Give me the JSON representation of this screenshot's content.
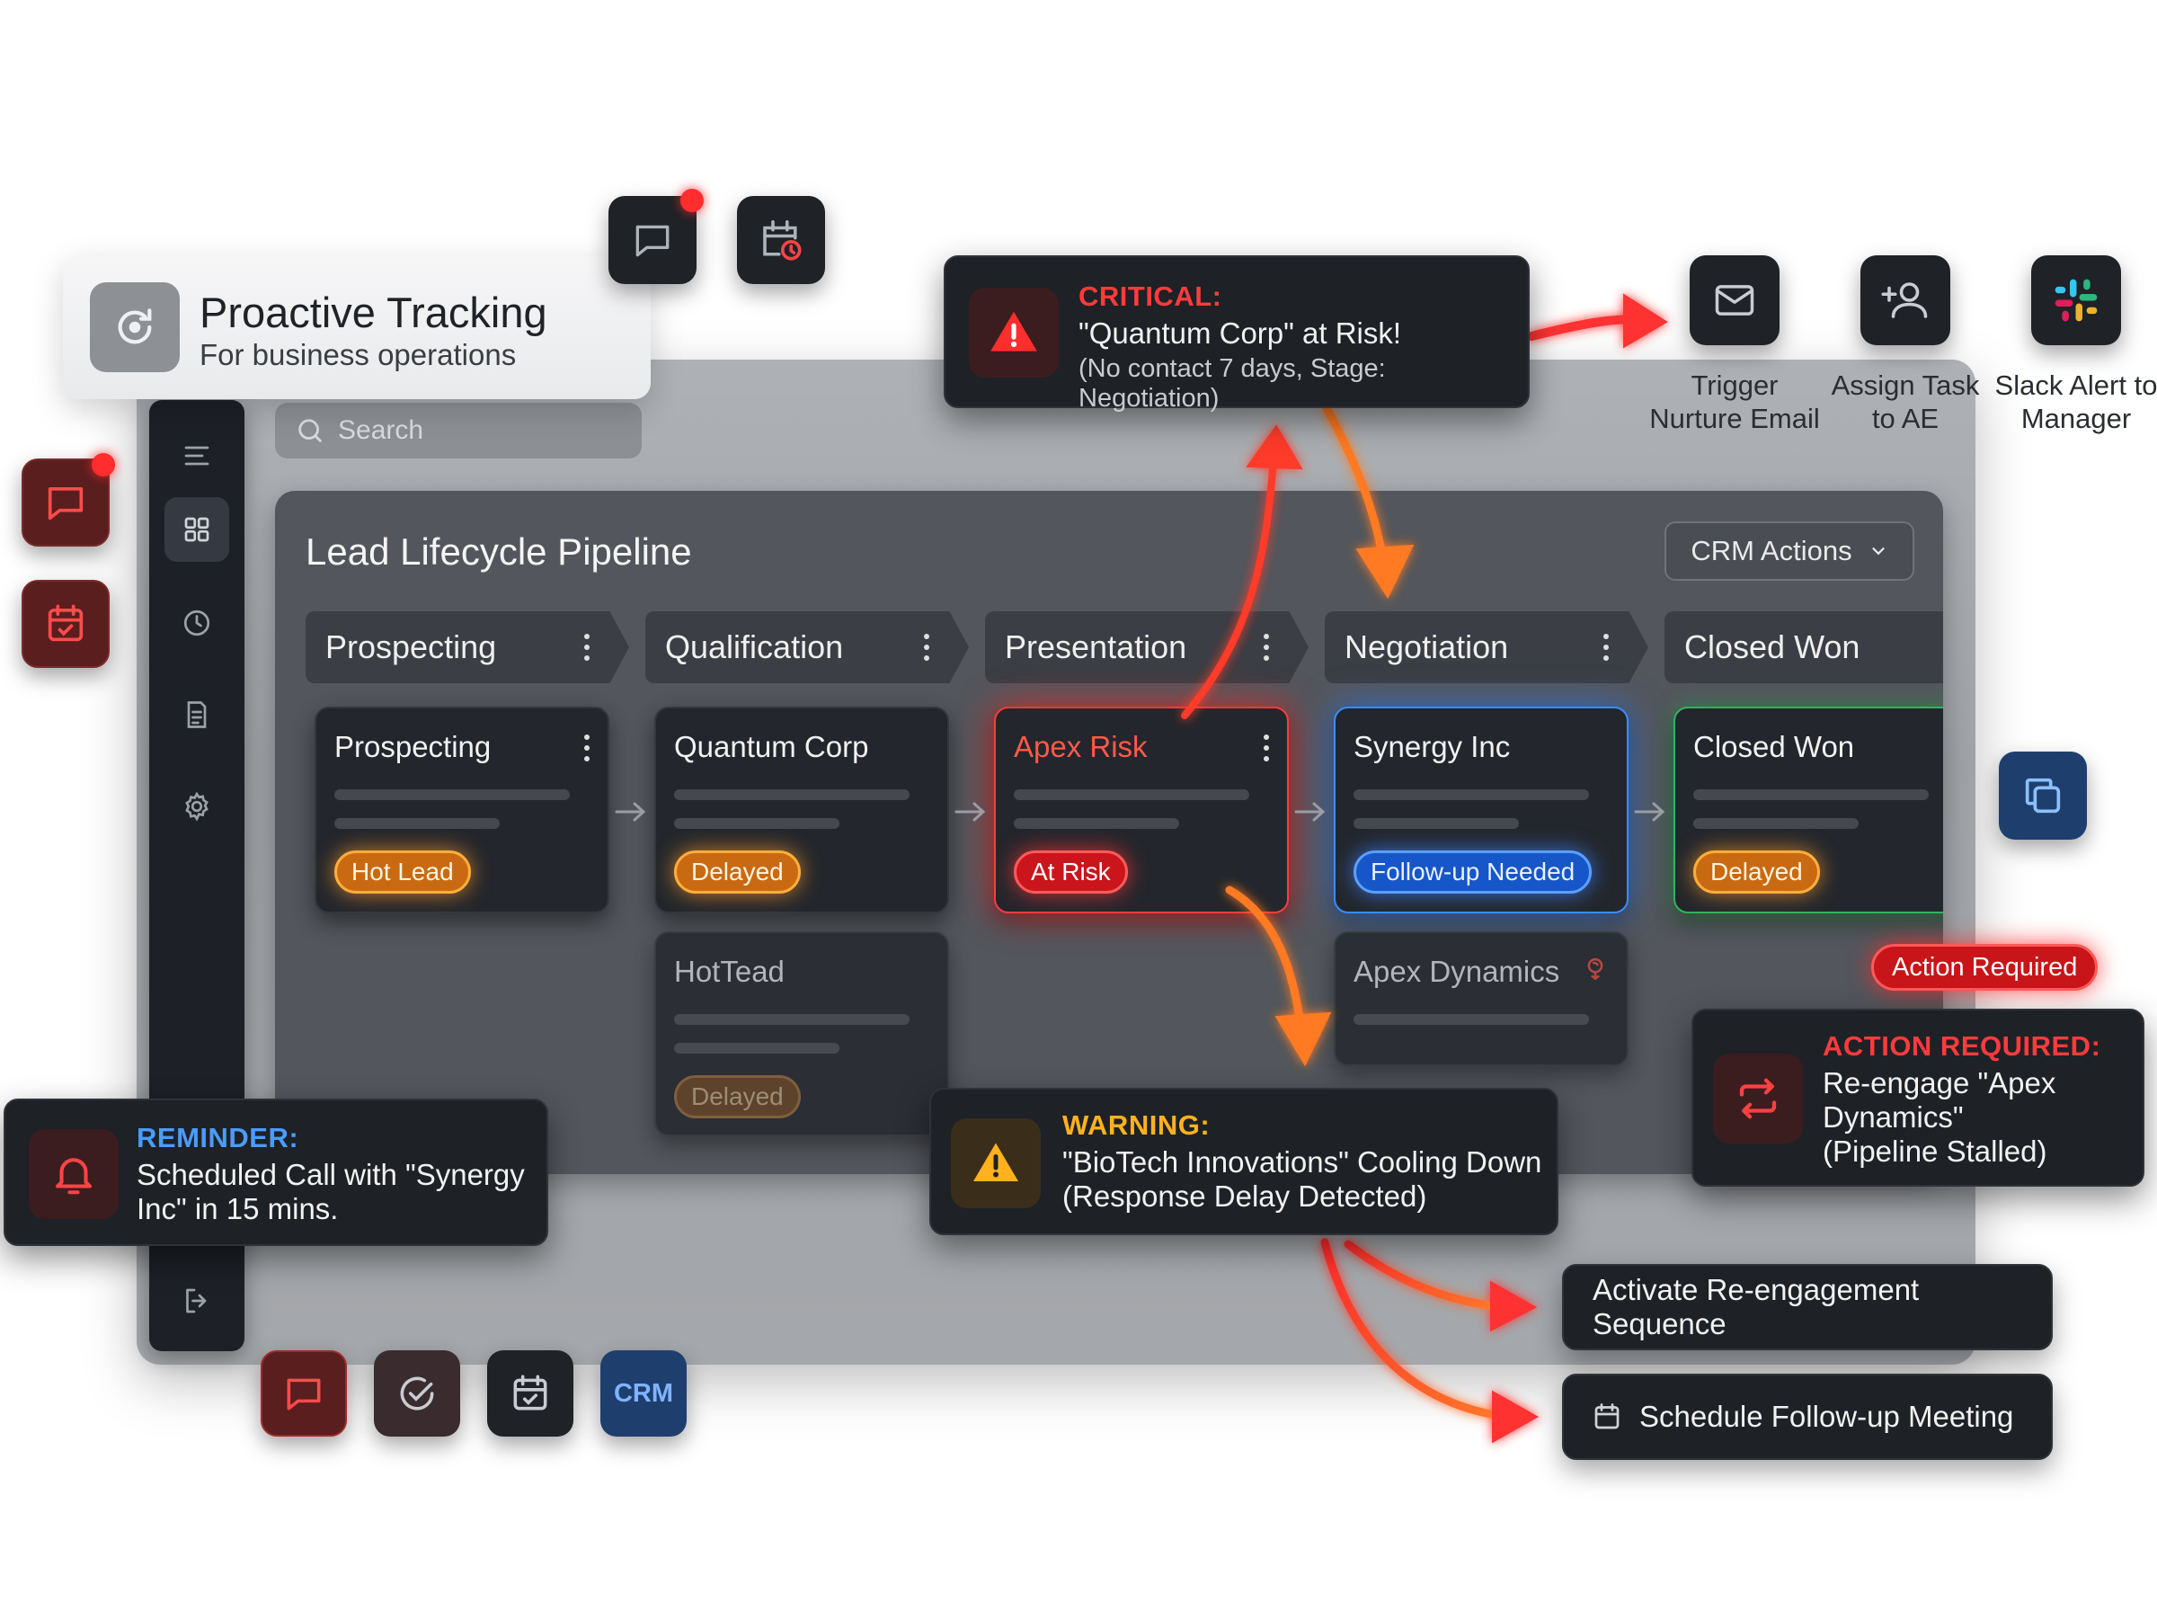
{
  "header": {
    "title": "Proactive Tracking",
    "subtitle": "For business operations"
  },
  "search": {
    "placeholder": "Search"
  },
  "pipeline": {
    "title": "Lead Lifecycle Pipeline",
    "crm_actions_label": "CRM Actions",
    "stages": [
      "Prospecting",
      "Qualification",
      "Presentation",
      "Negotiation",
      "Closed Won"
    ],
    "cards": [
      {
        "title": "Prospecting",
        "badge": "Hot Lead"
      },
      {
        "title": "Quantum Corp",
        "badge": "Delayed"
      },
      {
        "title": "Apex Risk",
        "badge": "At Risk"
      },
      {
        "title": "Synergy Inc",
        "badge": "Follow-up Needed"
      },
      {
        "title": "Closed Won",
        "badge": "Delayed"
      },
      {
        "title": "HotTead",
        "badge": "Delayed"
      },
      {
        "title": "Apex Dynamics",
        "badge": ""
      }
    ]
  },
  "critical": {
    "label": "CRITICAL:",
    "text": "\"Quantum Corp\" at Risk!",
    "detail": "(No contact 7 days, Stage: Negotiation)"
  },
  "warning": {
    "label": "WARNING:",
    "text": "\"BioTech Innovations\" Cooling Down",
    "detail": "(Response Delay Detected)"
  },
  "reminder": {
    "label": "REMINDER:",
    "line1": "Scheduled Call with \"Synergy",
    "line2": "Inc\" in 15 mins."
  },
  "action_required": {
    "pill": "Action Required",
    "label": "ACTION REQUIRED:",
    "line1": "Re-engage \"Apex",
    "line2": "Dynamics\"",
    "line3": "(Pipeline Stalled)"
  },
  "actions": {
    "trigger_email": [
      "Trigger",
      "Nurture Email"
    ],
    "assign_task": [
      "Assign Task",
      "to AE"
    ],
    "slack_alert": [
      "Slack Alert to",
      "Manager"
    ]
  },
  "buttons": {
    "reengage": "Activate Re-engagement Sequence",
    "schedule": "Schedule Follow-up Meeting"
  },
  "bottom_tools": {
    "crm_label": "CRM"
  },
  "colors": {
    "critical": "#ff3b3b",
    "warning": "#ffb21e",
    "reminder": "#4a9cff",
    "action": "#ff3b3b",
    "accent_blue": "#3b8cff"
  },
  "icons": {
    "header": "refresh-icon",
    "top_chat": "chat-icon",
    "top_calendar_clock": "calendar-clock-icon",
    "left_chat": "chat-icon",
    "left_calendar": "calendar-check-icon",
    "sidebar": [
      "menu-icon",
      "grid-icon",
      "clock-icon",
      "document-icon",
      "gear-icon",
      "logout-icon"
    ],
    "copy": "copy-icon",
    "slack": "slack-icon"
  }
}
